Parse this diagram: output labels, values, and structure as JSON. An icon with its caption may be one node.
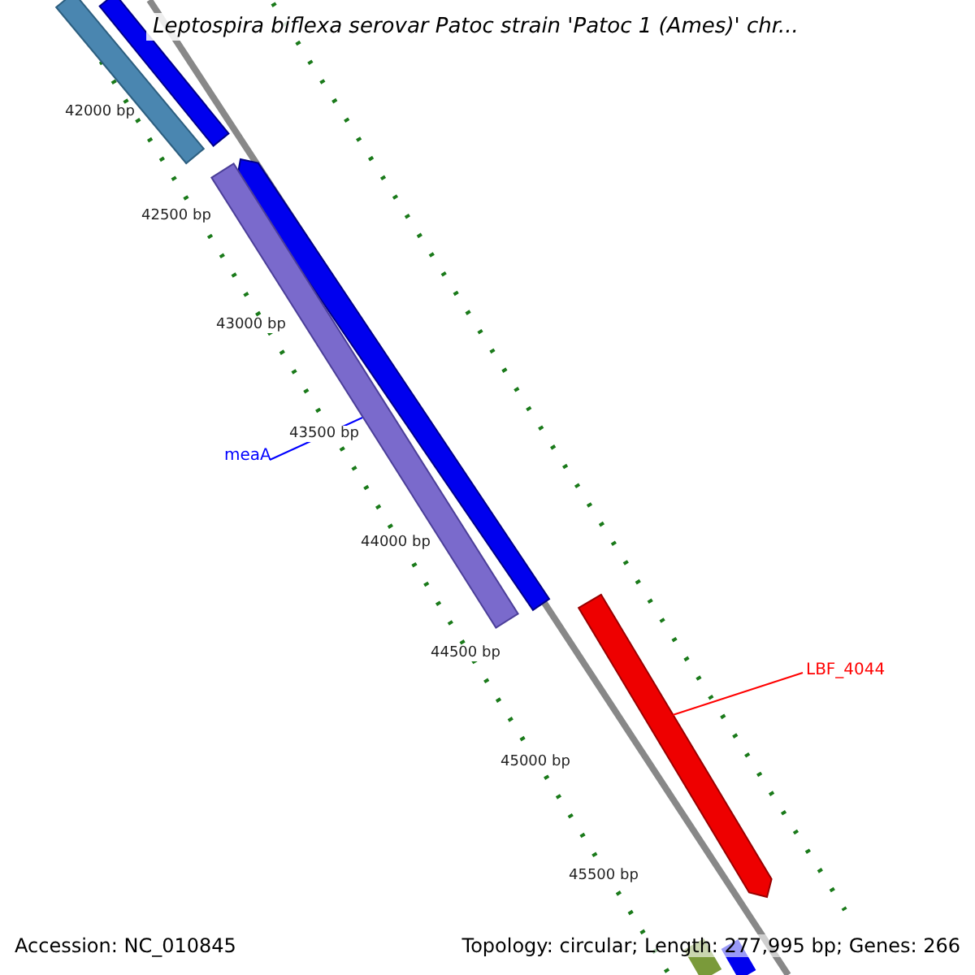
{
  "diagram": {
    "title": "Leptospira biflexa serovar Patoc strain 'Patoc 1 (Ames)' chr...",
    "nodes": [
      {
        "text": [
          "meaA"
        ]
      },
      {
        "text": [],
        "shape": "bar"
      },
      {
        "text": [
          "LBF_4044"
        ]
      },
      {
        "text": [],
        "shape": "bar"
      }
    ],
    "edges": [
      {
        "from": 0,
        "to": 1,
        "arrow": "none",
        "color": "#0000ff"
      },
      {
        "from": 2,
        "to": 3,
        "arrow": "none",
        "color": "#ff0000"
      }
    ],
    "labels": [
      "42000 bp",
      "42500 bp",
      "43000 bp",
      "43500 bp",
      "44000 bp",
      "44500 bp",
      "45000 bp",
      "45500 bp",
      "Accession: NC_010845",
      "Topology: circular; Length: 277,995 bp; Genes: 266"
    ]
  }
}
